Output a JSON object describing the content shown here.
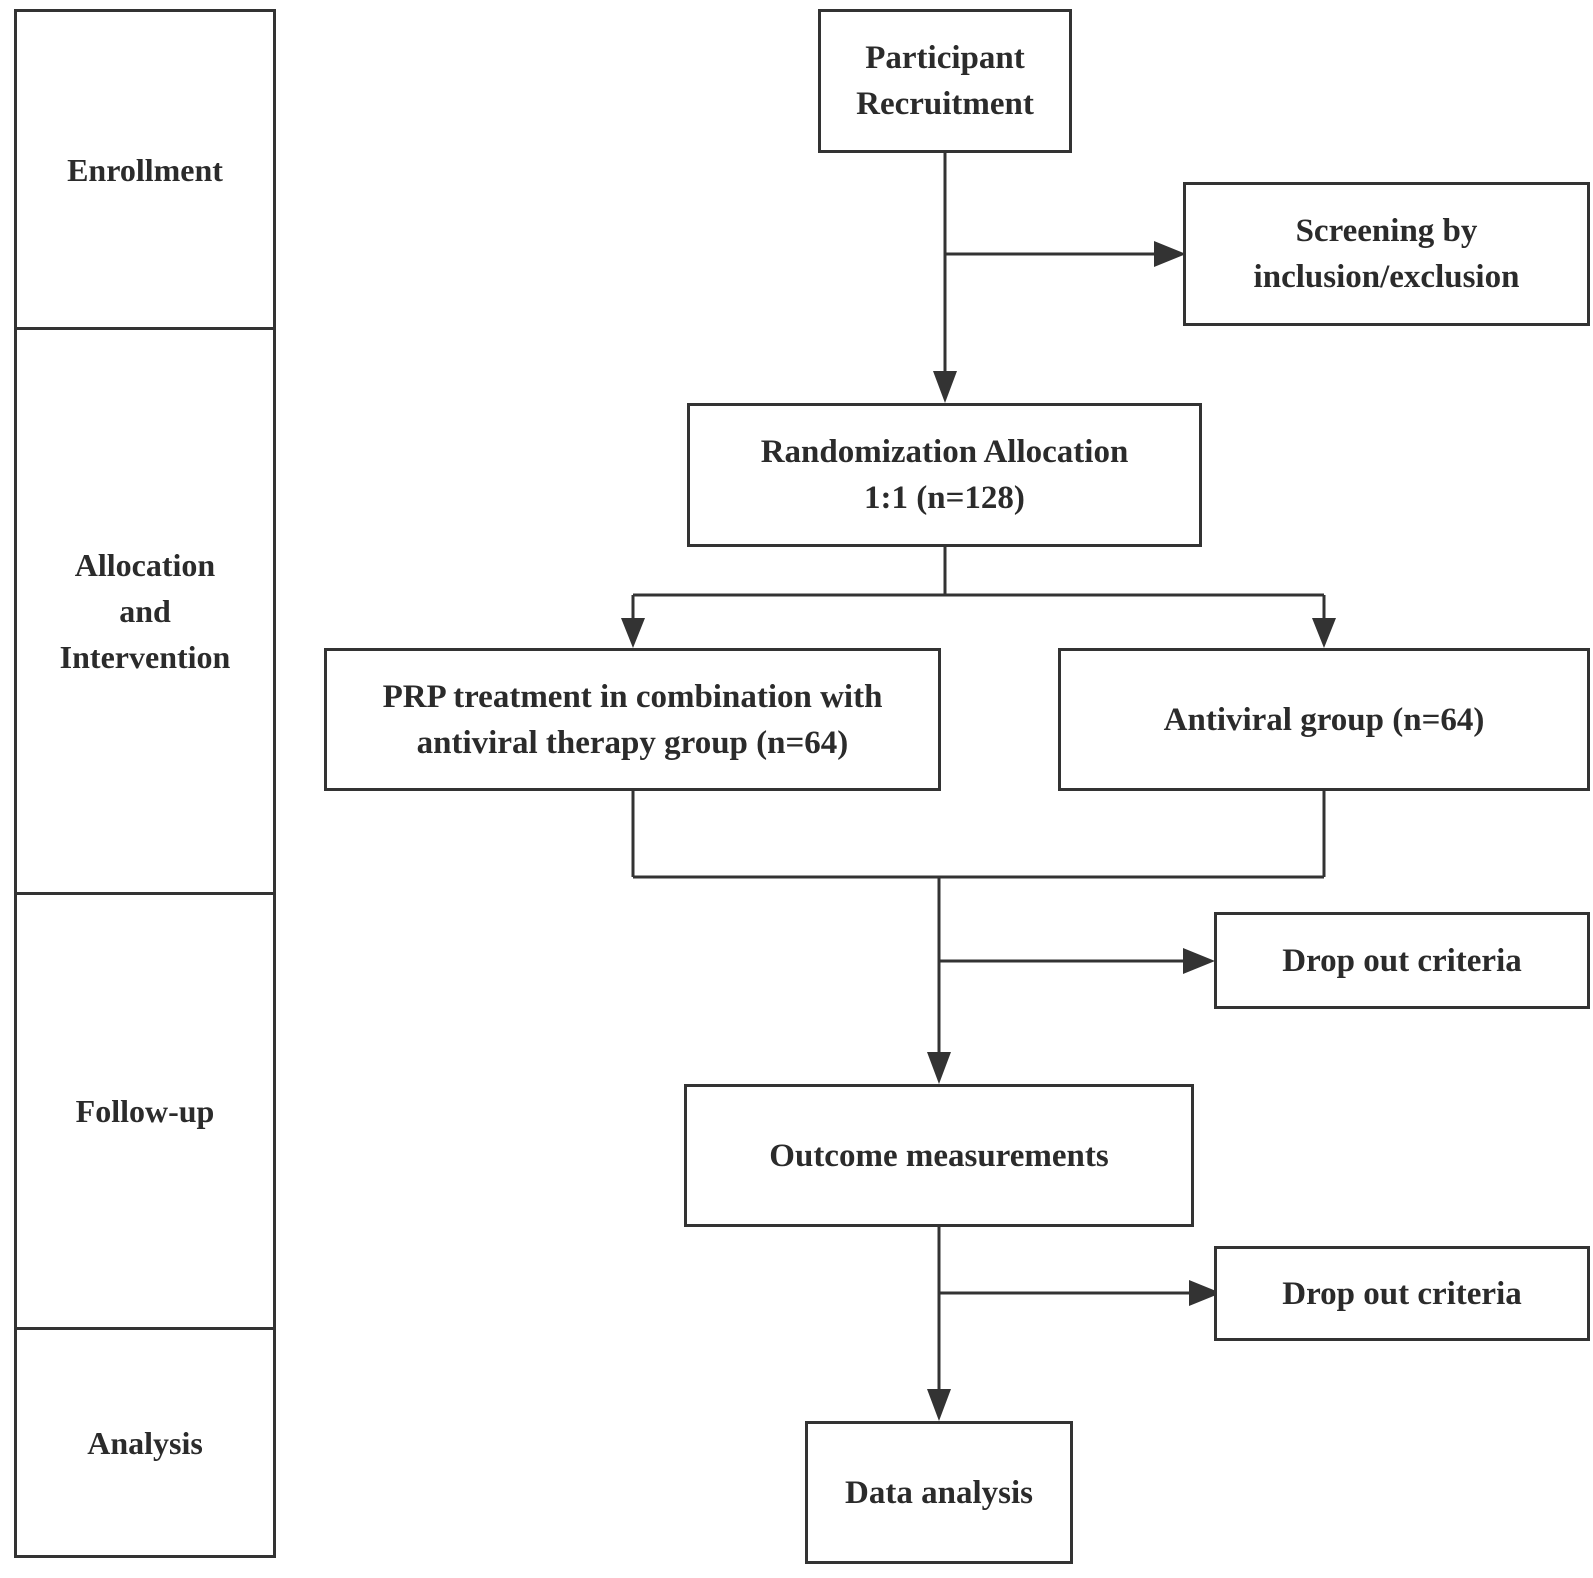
{
  "stages": {
    "enrollment": "Enrollment",
    "allocation_line1": "Allocation",
    "allocation_line2": "and",
    "allocation_line3": "Intervention",
    "follow_up": "Follow-up",
    "analysis": "Analysis"
  },
  "nodes": {
    "recruitment_line1": "Participant",
    "recruitment_line2": "Recruitment",
    "screening_line1": "Screening by",
    "screening_line2": "inclusion/exclusion",
    "randomization_line1": "Randomization Allocation",
    "randomization_line2": "1:1 (n=128)",
    "prp_group_line1": "PRP treatment in combination with",
    "prp_group_line2": "antiviral therapy group (n=64)",
    "antiviral_group": "Antiviral group (n=64)",
    "dropout_1": "Drop out criteria",
    "outcome": "Outcome measurements",
    "dropout_2": "Drop out criteria",
    "data_analysis": "Data analysis"
  },
  "colors": {
    "line": "#333333",
    "text": "#2b2b2b",
    "background": "#ffffff"
  }
}
